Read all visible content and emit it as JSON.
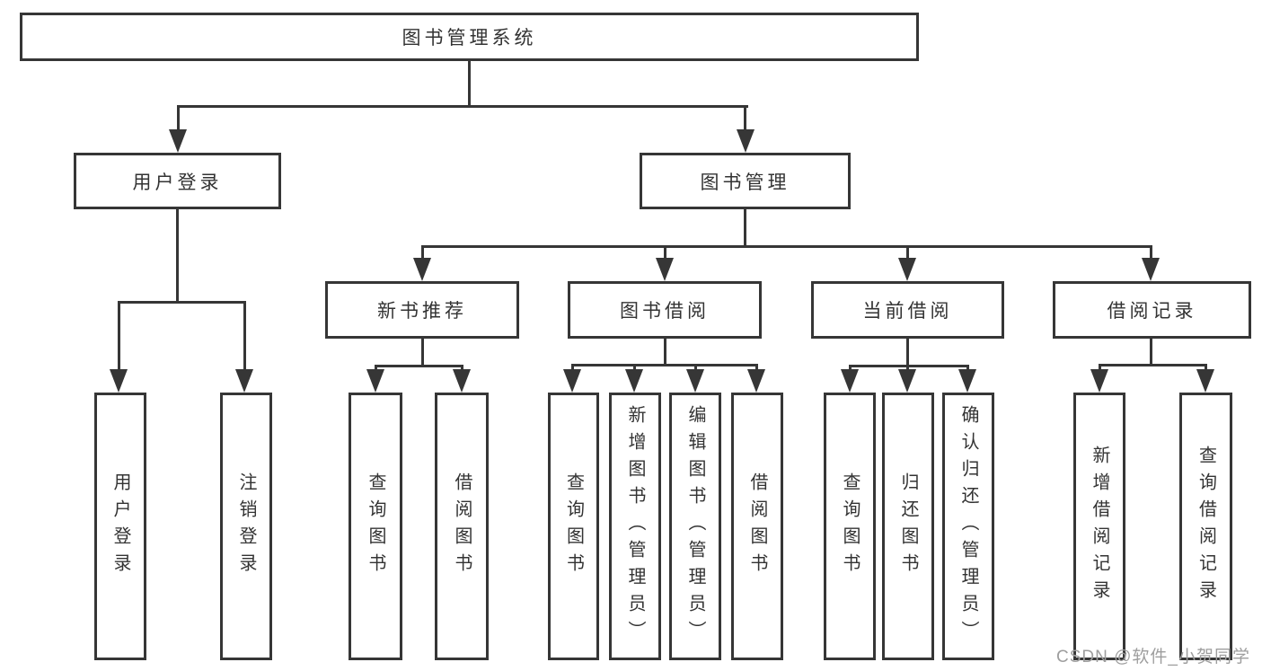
{
  "diagram": {
    "root": {
      "label": "图书管理系统"
    },
    "branches": [
      {
        "label": "用户登录",
        "children": [
          {
            "label": "用户登录"
          },
          {
            "label": "注销登录"
          }
        ]
      },
      {
        "label": "图书管理",
        "children": [
          {
            "label": "新书推荐",
            "children": [
              {
                "label": "查询图书"
              },
              {
                "label": "借阅图书"
              }
            ]
          },
          {
            "label": "图书借阅",
            "children": [
              {
                "label": "查询图书"
              },
              {
                "label": "新增图书（管理员）"
              },
              {
                "label": "编辑图书（管理员）"
              },
              {
                "label": "借阅图书"
              }
            ]
          },
          {
            "label": "当前借阅",
            "children": [
              {
                "label": "查询图书"
              },
              {
                "label": "归还图书"
              },
              {
                "label": "确认归还（管理员）"
              }
            ]
          },
          {
            "label": "借阅记录",
            "children": [
              {
                "label": "新增借阅记录"
              },
              {
                "label": "查询借阅记录"
              }
            ]
          }
        ]
      }
    ],
    "watermark": "CSDN @软件_小贺同学"
  },
  "colors": {
    "line": "#363636",
    "text": "#333333",
    "watermark": "#9e9e9e",
    "background": "#ffffff"
  }
}
